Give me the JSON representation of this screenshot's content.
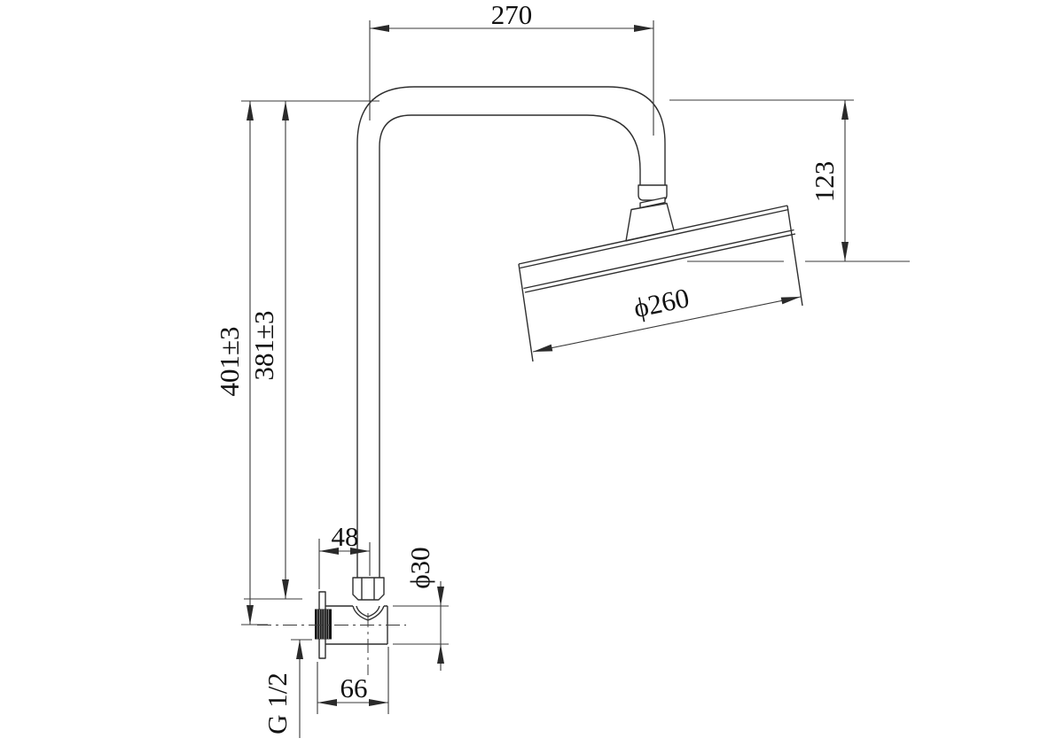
{
  "drawing": {
    "labels": {
      "top_width": "270",
      "drop_height": "123",
      "head_diameter": "ϕ260",
      "total_height": "401±3",
      "riser_height": "381±3",
      "wall_to_riser": "48",
      "valve_diameter": "ϕ30",
      "valve_length": "66",
      "inlet_thread": "G 1/2"
    },
    "colors": {
      "part_line": "#2f2f2f",
      "dimension_line": "#3a3a3a",
      "text": "#111111",
      "background": "#ffffff",
      "knurl_fill": "#161616"
    }
  }
}
